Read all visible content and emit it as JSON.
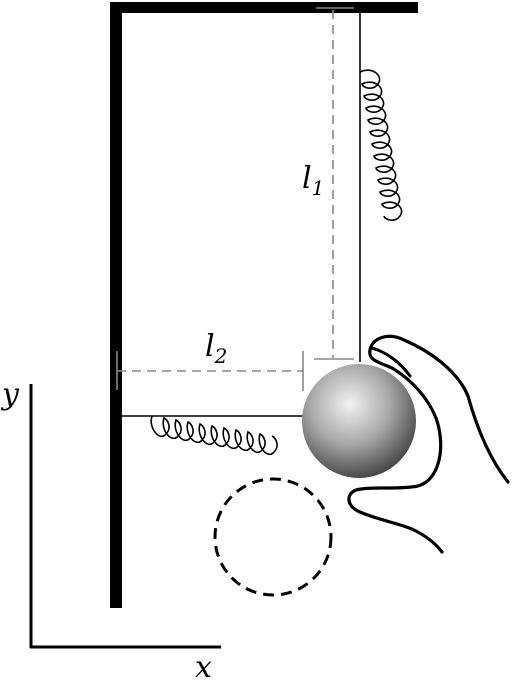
{
  "labels": {
    "l1_main": "l",
    "l1_sub": "1",
    "l2_main": "l",
    "l2_sub": "2",
    "y_axis": "y",
    "x_axis": "x"
  },
  "colors": {
    "ink": "#000000",
    "dimension": "#888888",
    "ball_light": "#f2f2f2",
    "ball_dark": "#3c3c3c"
  }
}
